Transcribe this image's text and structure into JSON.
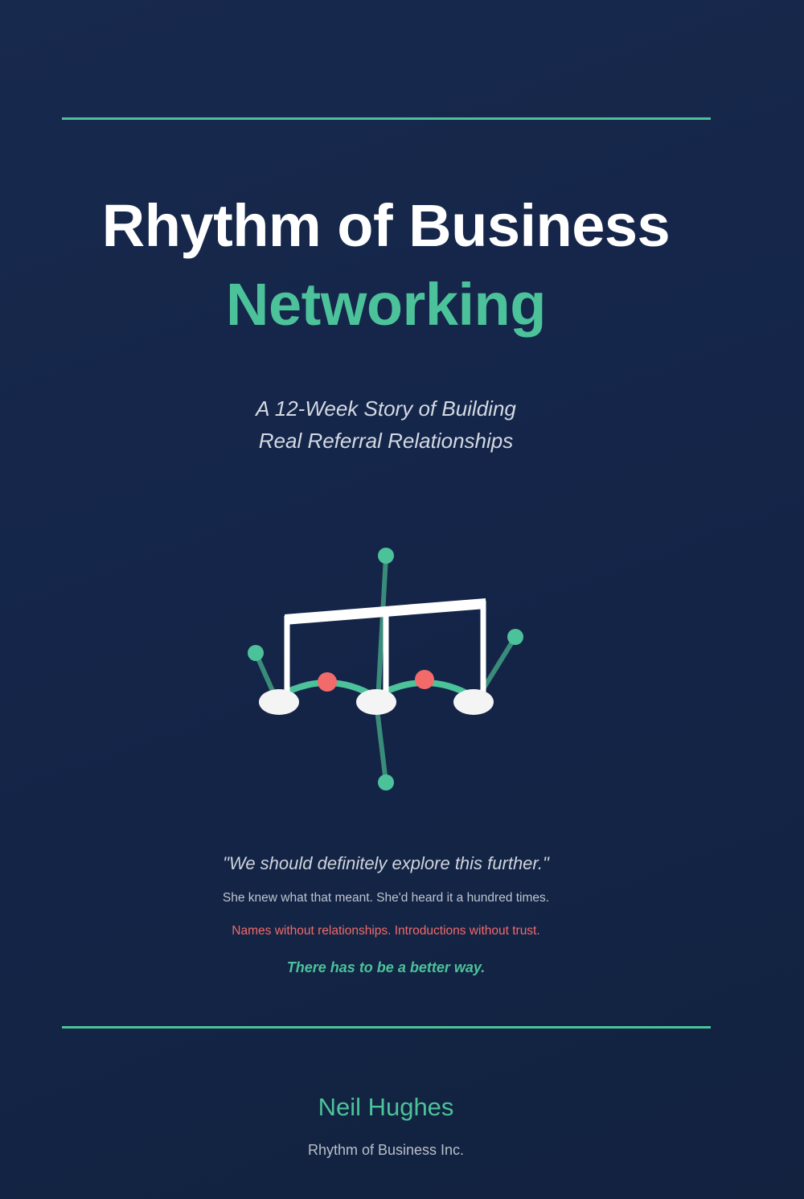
{
  "cover": {
    "title_line1": "Rhythm of Business",
    "title_line2": "Networking",
    "subtitle_line1": "A 12-Week Story of Building",
    "subtitle_line2": "Real Referral Relationships",
    "quote": "\"We should definitely explore this further.\"",
    "line_grey": "She knew what that meant. She'd heard it a hundred times.",
    "line_red": "Names without relationships. Introductions without trust.",
    "tagline": "There has to be a better way.",
    "author": "Neil Hughes",
    "publisher": "Rhythm of Business Inc."
  },
  "colors": {
    "background": "#14284a",
    "accent_green": "#4cc29a",
    "accent_red": "#f26a6a",
    "title_white": "#ffffff",
    "muted_text": "#bfc5cf"
  },
  "icons": {
    "emblem": "music-notes-network-icon"
  }
}
